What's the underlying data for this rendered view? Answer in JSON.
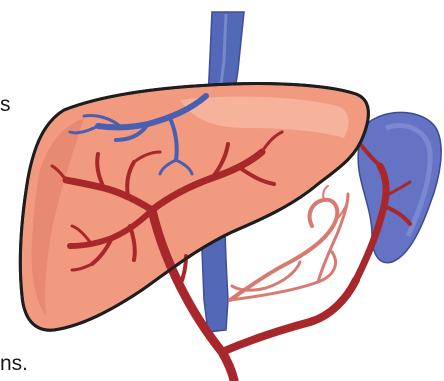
{
  "text_fragments": {
    "top": "s",
    "bottom": "ns."
  },
  "colors": {
    "liver_fill": "#f29a80",
    "liver_highlight": "#f7b6a0",
    "liver_outline": "#1e1e1e",
    "portal_vein": "#5468b8",
    "hepatic_vein": "#4a5fb0",
    "artery": "#a8272b",
    "artery_pale": "#d87a72",
    "spleen": "#6473c4",
    "spleen_shadow": "#4a58a8"
  },
  "icons": {
    "diagram": "liver-vascular-anatomy-illustration"
  }
}
